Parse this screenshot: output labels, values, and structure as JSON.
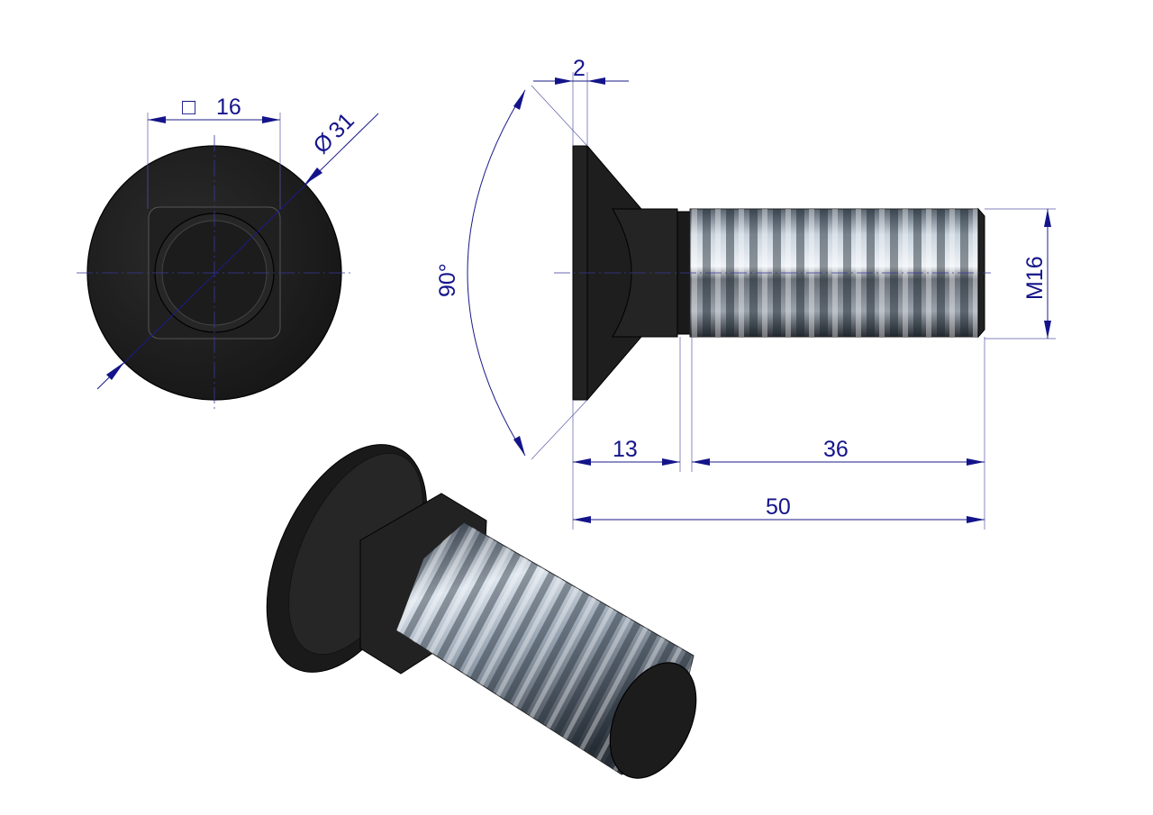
{
  "drawing": {
    "top_view": {
      "square_label": "16",
      "diameter_label": "31",
      "square_symbol": "□",
      "diameter_symbol": "Ø"
    },
    "side_view": {
      "head_thickness_label": "2",
      "angle_label": "90°",
      "neck_length_label": "13",
      "thread_length_label": "36",
      "total_length_label": "50",
      "thread_label": "M16"
    },
    "colors": {
      "dimension": "#14148a",
      "body": "#1e1e1e",
      "thread_light": "#dfe6ee"
    }
  }
}
